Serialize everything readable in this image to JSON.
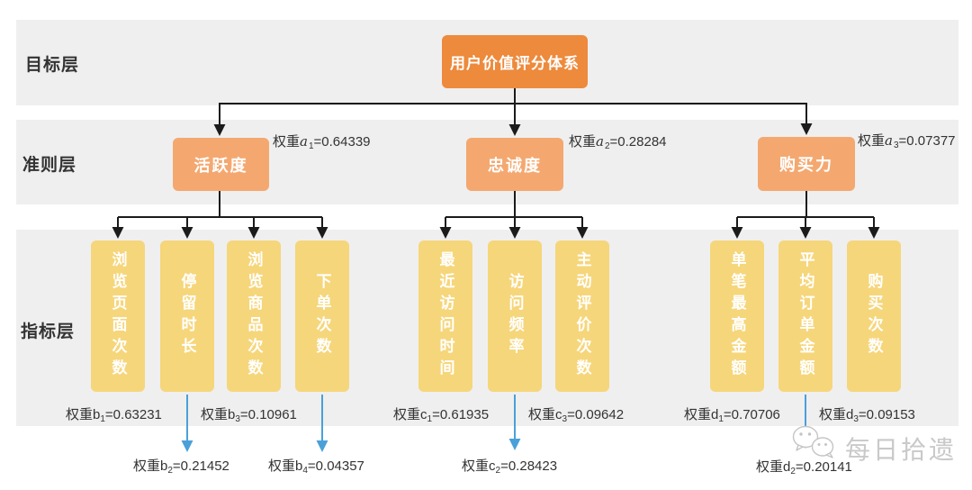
{
  "layers": [
    {
      "label": "目标层"
    },
    {
      "label": "准则层"
    },
    {
      "label": "指标层"
    }
  ],
  "root": {
    "label": "用户价值评分体系"
  },
  "criteria": [
    {
      "label": "活跃度",
      "weight": {
        "pre": "权重",
        "var": "a",
        "sub": "1",
        "val": "=0.64339"
      }
    },
    {
      "label": "忠诚度",
      "weight": {
        "pre": "权重",
        "var": "a",
        "sub": "2",
        "val": "=0.28284"
      }
    },
    {
      "label": "购买力",
      "weight": {
        "pre": "权重",
        "var": "a",
        "sub": "3",
        "val": "=0.07377"
      }
    }
  ],
  "indicators": [
    {
      "label": "浏览页面次数"
    },
    {
      "label": "停留时长"
    },
    {
      "label": "浏览商品次数"
    },
    {
      "label": "下单次数"
    },
    {
      "label": "最近访问时间"
    },
    {
      "label": "访问频率"
    },
    {
      "label": "主动评价次数"
    },
    {
      "label": "单笔最高金额"
    },
    {
      "label": "平均订单金额"
    },
    {
      "label": "购买次数"
    }
  ],
  "weights_row1": [
    {
      "pre": "权重",
      "var": "b",
      "sub": "1",
      "val": "=0.63231"
    },
    {
      "pre": "权重",
      "var": "b",
      "sub": "3",
      "val": "=0.10961"
    },
    {
      "pre": "权重",
      "var": "c",
      "sub": "1",
      "val": "=0.61935"
    },
    {
      "pre": "权重",
      "var": "c",
      "sub": "3",
      "val": "=0.09642"
    },
    {
      "pre": "权重",
      "var": "d",
      "sub": "1",
      "val": "=0.70706"
    },
    {
      "pre": "权重",
      "var": "d",
      "sub": "3",
      "val": "=0.09153"
    }
  ],
  "weights_row2": [
    {
      "pre": "权重",
      "var": "b",
      "sub": "2",
      "val": "=0.21452"
    },
    {
      "pre": "权重",
      "var": "b",
      "sub": "4",
      "val": "=0.04357"
    },
    {
      "pre": "权重",
      "var": "c",
      "sub": "2",
      "val": "=0.28423"
    },
    {
      "pre": "权重",
      "var": "d",
      "sub": "2",
      "val": "=0.20141"
    }
  ],
  "watermark": {
    "text": "每日拾遗"
  },
  "colors": {
    "root_box": "#ED8A3C",
    "criteria_box": "#F4A870",
    "indicator_box": "#F6D67B",
    "band": "#EFEFEF",
    "connector": "#1B1B1B",
    "blue_arrow": "#4AA0D9",
    "label_text": "#333333",
    "node_text": "#FFFFFF",
    "watermark_text": "#C9C9C9"
  }
}
